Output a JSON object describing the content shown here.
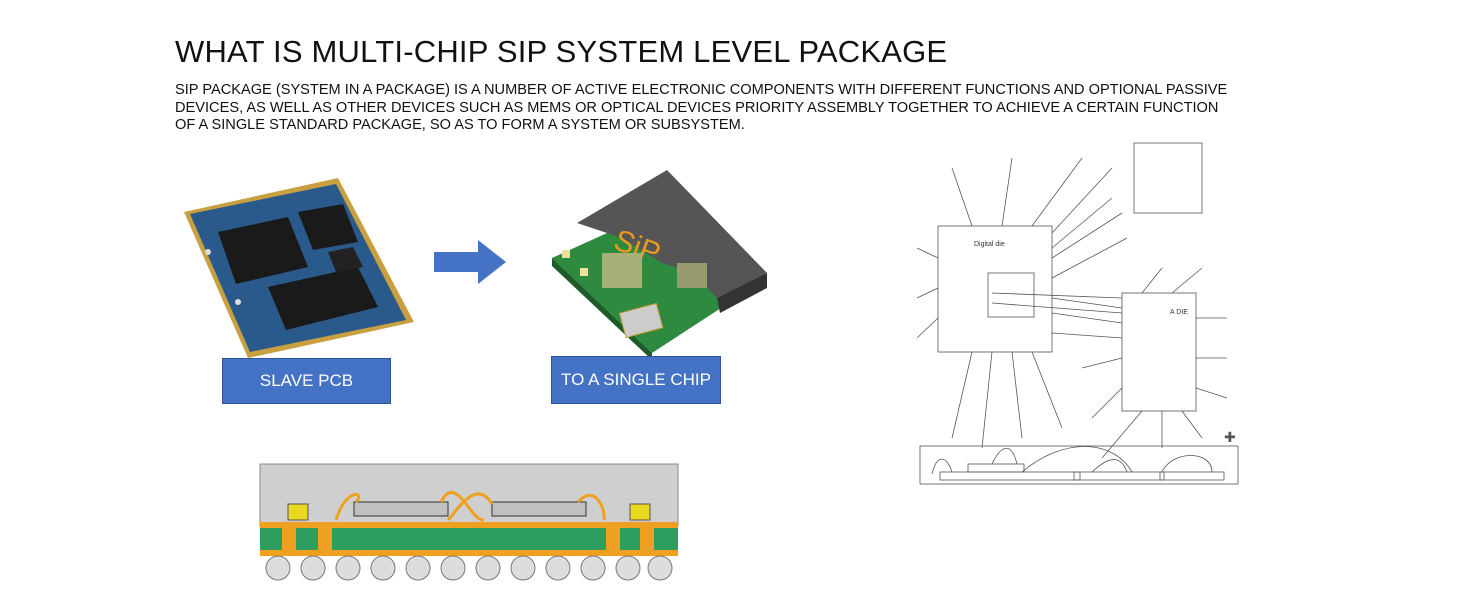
{
  "header": {
    "title": "WHAT IS MULTI-CHIP SIP SYSTEM LEVEL PACKAGE",
    "description": "SIP PACKAGE (SYSTEM IN A PACKAGE) IS A NUMBER OF ACTIVE ELECTRONIC COMPONENTS WITH DIFFERENT FUNCTIONS AND OPTIONAL PASSIVE DEVICES, AS WELL AS OTHER DEVICES SUCH AS MEMS OR OPTICAL DEVICES PRIORITY ASSEMBLY TOGETHER TO ACHIEVE A CERTAIN FUNCTION OF A SINGLE STANDARD PACKAGE, SO AS TO FORM A SYSTEM OR SUBSYSTEM."
  },
  "figures": {
    "slave_pcb_label": "SLAVE PCB",
    "single_chip_label": "TO A SINGLE CHIP",
    "sip_logo": "SiP",
    "digital_die_label": "Digital die",
    "a_die_label": "A DIE"
  },
  "colors": {
    "label_bg": "#4472c4",
    "pcb_blue": "#2a5a8c",
    "pcb_green": "#2e9e5e",
    "copper": "#f0a020"
  }
}
